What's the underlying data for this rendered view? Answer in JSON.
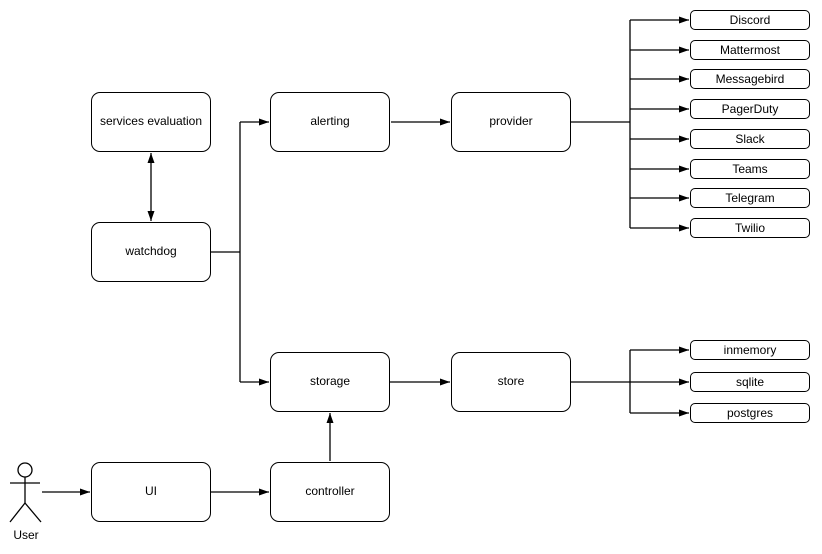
{
  "canvas": {
    "background": "#ffffff",
    "stroke_color": "#000000",
    "node_fill": "#ffffff",
    "text_color": "#000000"
  },
  "nodes": {
    "services_evaluation": "services evaluation",
    "watchdog": "watchdog",
    "alerting": "alerting",
    "provider": "provider",
    "storage": "storage",
    "store": "store",
    "ui": "UI",
    "controller": "controller"
  },
  "actor": {
    "label": "User"
  },
  "providers": [
    "Discord",
    "Mattermost",
    "Messagebird",
    "PagerDuty",
    "Slack",
    "Teams",
    "Telegram",
    "Twilio"
  ],
  "stores": [
    "inmemory",
    "sqlite",
    "postgres"
  ]
}
